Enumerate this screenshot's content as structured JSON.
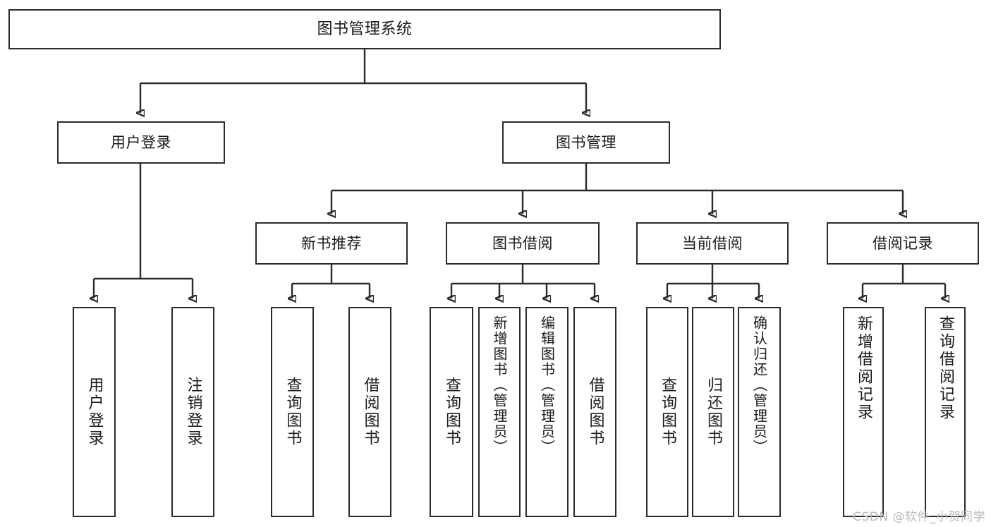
{
  "diagram": {
    "title": "图书管理系统",
    "type": "hierarchy-tree",
    "levels": 4,
    "root": {
      "id": "root",
      "label": "图书管理系统"
    },
    "level2": [
      {
        "id": "user-login",
        "label": "用户登录"
      },
      {
        "id": "book-manage",
        "label": "图书管理"
      }
    ],
    "level3": [
      {
        "id": "new-book-rec",
        "label": "新书推荐",
        "parent": "book-manage"
      },
      {
        "id": "book-borrow",
        "label": "图书借阅",
        "parent": "book-manage"
      },
      {
        "id": "current-borrow",
        "label": "当前借阅",
        "parent": "book-manage"
      },
      {
        "id": "borrow-record",
        "label": "借阅记录",
        "parent": "book-manage"
      }
    ],
    "leaves": [
      {
        "id": "leaf-user-login",
        "label": "用户登录",
        "parent": "user-login"
      },
      {
        "id": "leaf-logout",
        "label": "注销登录",
        "parent": "user-login"
      },
      {
        "id": "leaf-query-book-1",
        "label": "查询图书",
        "parent": "new-book-rec"
      },
      {
        "id": "leaf-borrow-book-1",
        "label": "借阅图书",
        "parent": "new-book-rec"
      },
      {
        "id": "leaf-query-book-2",
        "label": "查询图书",
        "parent": "book-borrow"
      },
      {
        "id": "leaf-add-book",
        "label": "新增图书（管理员）",
        "parent": "book-borrow"
      },
      {
        "id": "leaf-edit-book",
        "label": "编辑图书（管理员）",
        "parent": "book-borrow"
      },
      {
        "id": "leaf-borrow-book-2",
        "label": "借阅图书",
        "parent": "book-borrow"
      },
      {
        "id": "leaf-query-book-3",
        "label": "查询图书",
        "parent": "current-borrow"
      },
      {
        "id": "leaf-return-book",
        "label": "归还图书",
        "parent": "current-borrow"
      },
      {
        "id": "leaf-confirm-return",
        "label": "确认归还（管理员）",
        "parent": "current-borrow"
      },
      {
        "id": "leaf-add-record",
        "label": "新增借阅记录",
        "parent": "borrow-record"
      },
      {
        "id": "leaf-query-record",
        "label": "查询借阅记录",
        "parent": "borrow-record"
      }
    ]
  },
  "watermark": {
    "text": "CSDN @软件_小贺同学"
  },
  "colors": {
    "stroke": "#2b2b2b",
    "background": "#ffffff",
    "text": "#1a1a1a",
    "watermark": "#b9b9b9"
  }
}
